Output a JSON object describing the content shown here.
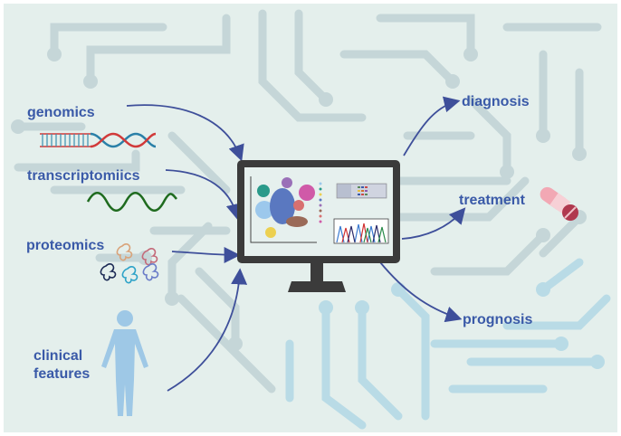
{
  "inputs": {
    "genomics": "genomics",
    "transcriptomics": "transcriptomiics",
    "proteomics": "proteomics",
    "clinical_line1": "clinical",
    "clinical_line2": "features"
  },
  "outputs": {
    "diagnosis": "diagnosis",
    "treatment": "treatment",
    "prognosis": "prognosis"
  },
  "colors": {
    "background": "#e4efec",
    "circuit": "#c5d6d8",
    "circuit_light": "#b9dbe6",
    "label": "#3a5aa8",
    "arrow": "#3e4f9a",
    "monitor": "#3b3b3b"
  }
}
